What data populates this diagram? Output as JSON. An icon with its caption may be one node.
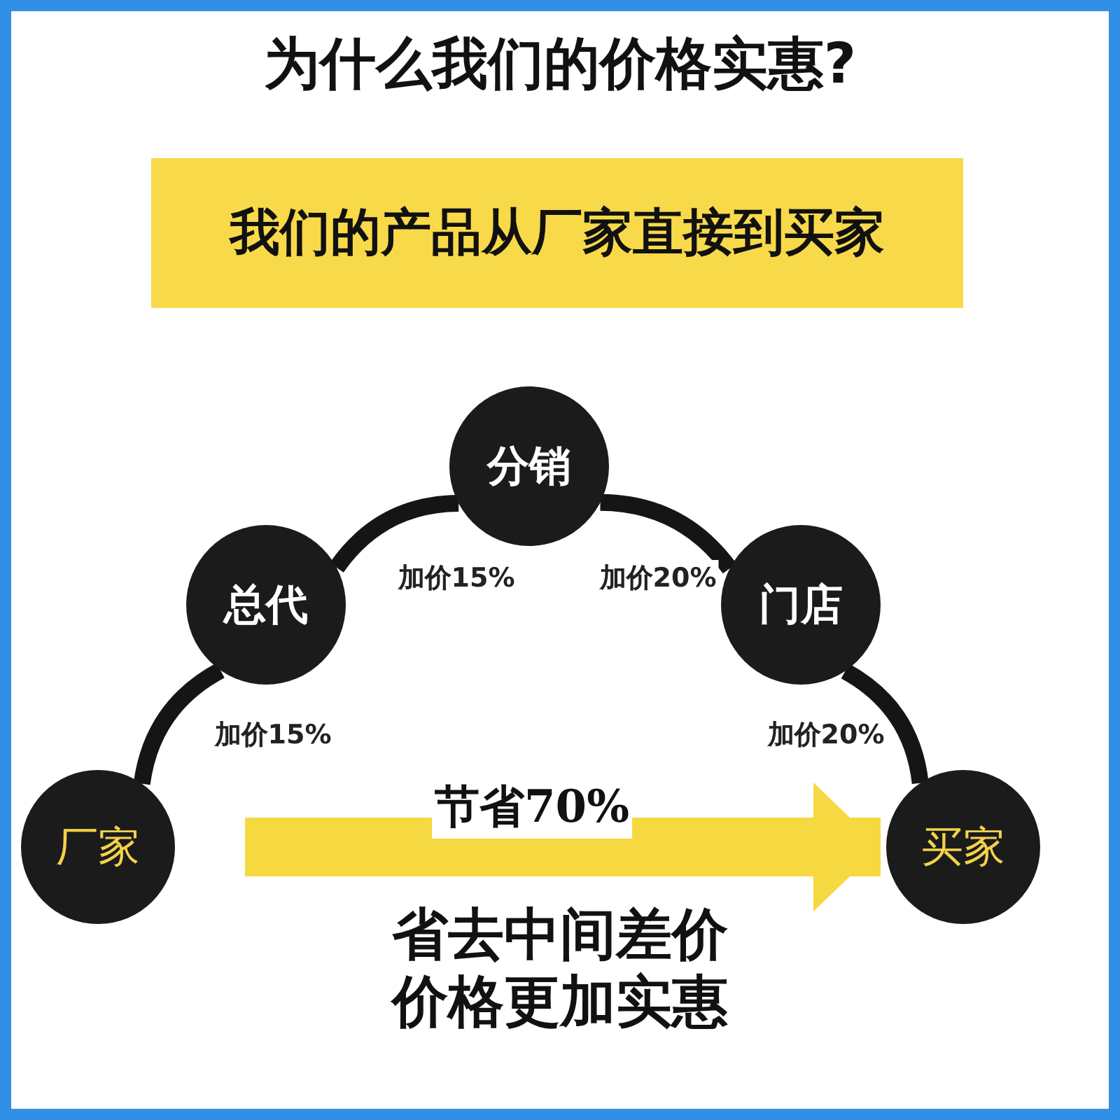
{
  "diagram": {
    "title": "为什么我们的价格实惠?",
    "nodes": [
      {
        "text": [
          "我们的产品从厂家直接到买家"
        ]
      },
      {
        "text": [
          "厂家"
        ]
      },
      {
        "text": [
          "总代"
        ]
      },
      {
        "text": [
          "分销"
        ]
      },
      {
        "text": [
          "门店"
        ]
      },
      {
        "text": [
          "买家"
        ]
      }
    ],
    "edges": [
      {
        "from": 1,
        "to": 2,
        "arrow": "none",
        "label": "加价15%"
      },
      {
        "from": 2,
        "to": 3,
        "arrow": "none",
        "label": "加价15%"
      },
      {
        "from": 3,
        "to": 4,
        "arrow": "none",
        "label": "加价20%"
      },
      {
        "from": 4,
        "to": 5,
        "arrow": "none",
        "label": "加价20%"
      },
      {
        "from": 1,
        "to": 5,
        "arrow": "to",
        "label": "节省70%",
        "style": "thick",
        "color": "#f6d840"
      }
    ],
    "labels": [
      "省去中间差价",
      "价格更加实惠"
    ]
  }
}
